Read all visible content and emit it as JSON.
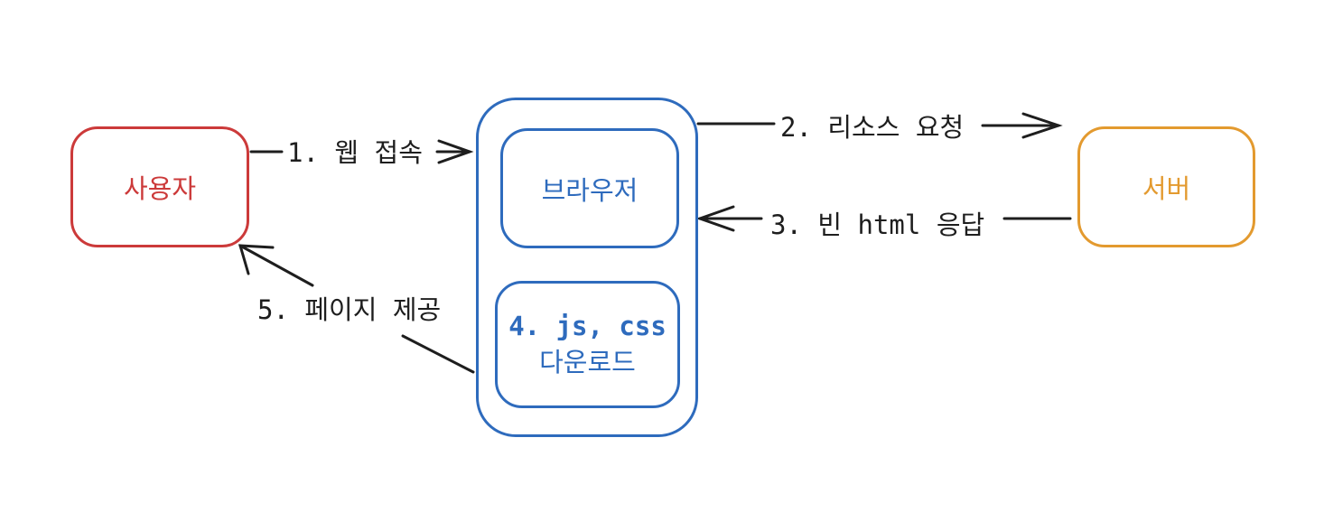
{
  "nodes": {
    "user": {
      "label": "사용자",
      "color": "#cc3a3a"
    },
    "browser_container": {
      "color": "#2e6bbd"
    },
    "browser": {
      "label": "브라우저",
      "color": "#2e6bbd"
    },
    "download": {
      "line1": "4. js, css",
      "line2": "다운로드",
      "color": "#2e6bbd"
    },
    "server": {
      "label": "서버",
      "color": "#e39a2f"
    }
  },
  "edges": {
    "step1": {
      "label": "1. 웹 접속"
    },
    "step2": {
      "label": "2. 리소스 요청"
    },
    "step3": {
      "label": "3. 빈 html 응답"
    },
    "step5": {
      "label": "5. 페이지 제공"
    }
  },
  "stroke_color": "#1e1e1e"
}
